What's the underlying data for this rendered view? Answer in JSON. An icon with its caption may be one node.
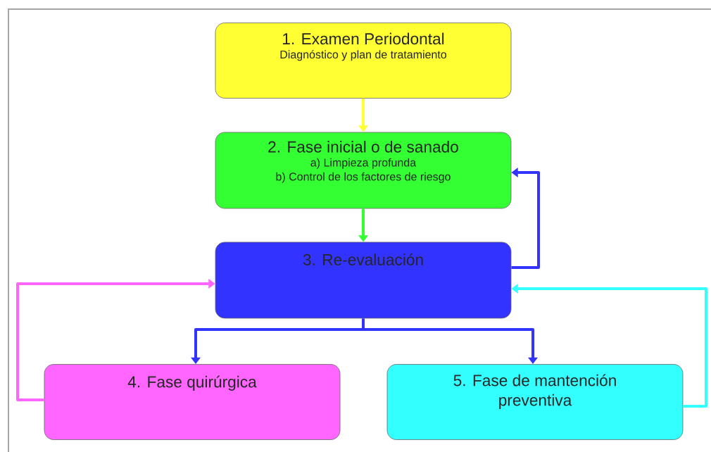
{
  "diagram": {
    "nodes": [
      {
        "text": [
          "1. Examen Periodontal",
          "Diagnóstico y plan de tratamiento"
        ]
      },
      {
        "text": [
          "2. Fase inicial o de sanado",
          "a) Limpieza profunda",
          "b) Control de los factores de riesgo"
        ]
      },
      {
        "text": [
          "3. Re-evaluación"
        ]
      },
      {
        "text": [
          "4. Fase quirúrgica"
        ]
      },
      {
        "text": [
          "5. Fase de mantención preventiva"
        ]
      }
    ],
    "edges": [
      {
        "from": 0,
        "to": 1,
        "arrow": "to",
        "color": "#ffff33"
      },
      {
        "from": 1,
        "to": 2,
        "arrow": "to",
        "color": "#33ff33"
      },
      {
        "from": 2,
        "to": 1,
        "arrow": "to"
      },
      {
        "from": 2,
        "to": 3,
        "arrow": "to"
      },
      {
        "from": 2,
        "to": 4,
        "arrow": "to"
      },
      {
        "from": 3,
        "to": 2,
        "arrow": "to",
        "color": "#ff66ff"
      },
      {
        "from": 4,
        "to": 2,
        "arrow": "to",
        "color": "#33ffff"
      }
    ]
  }
}
